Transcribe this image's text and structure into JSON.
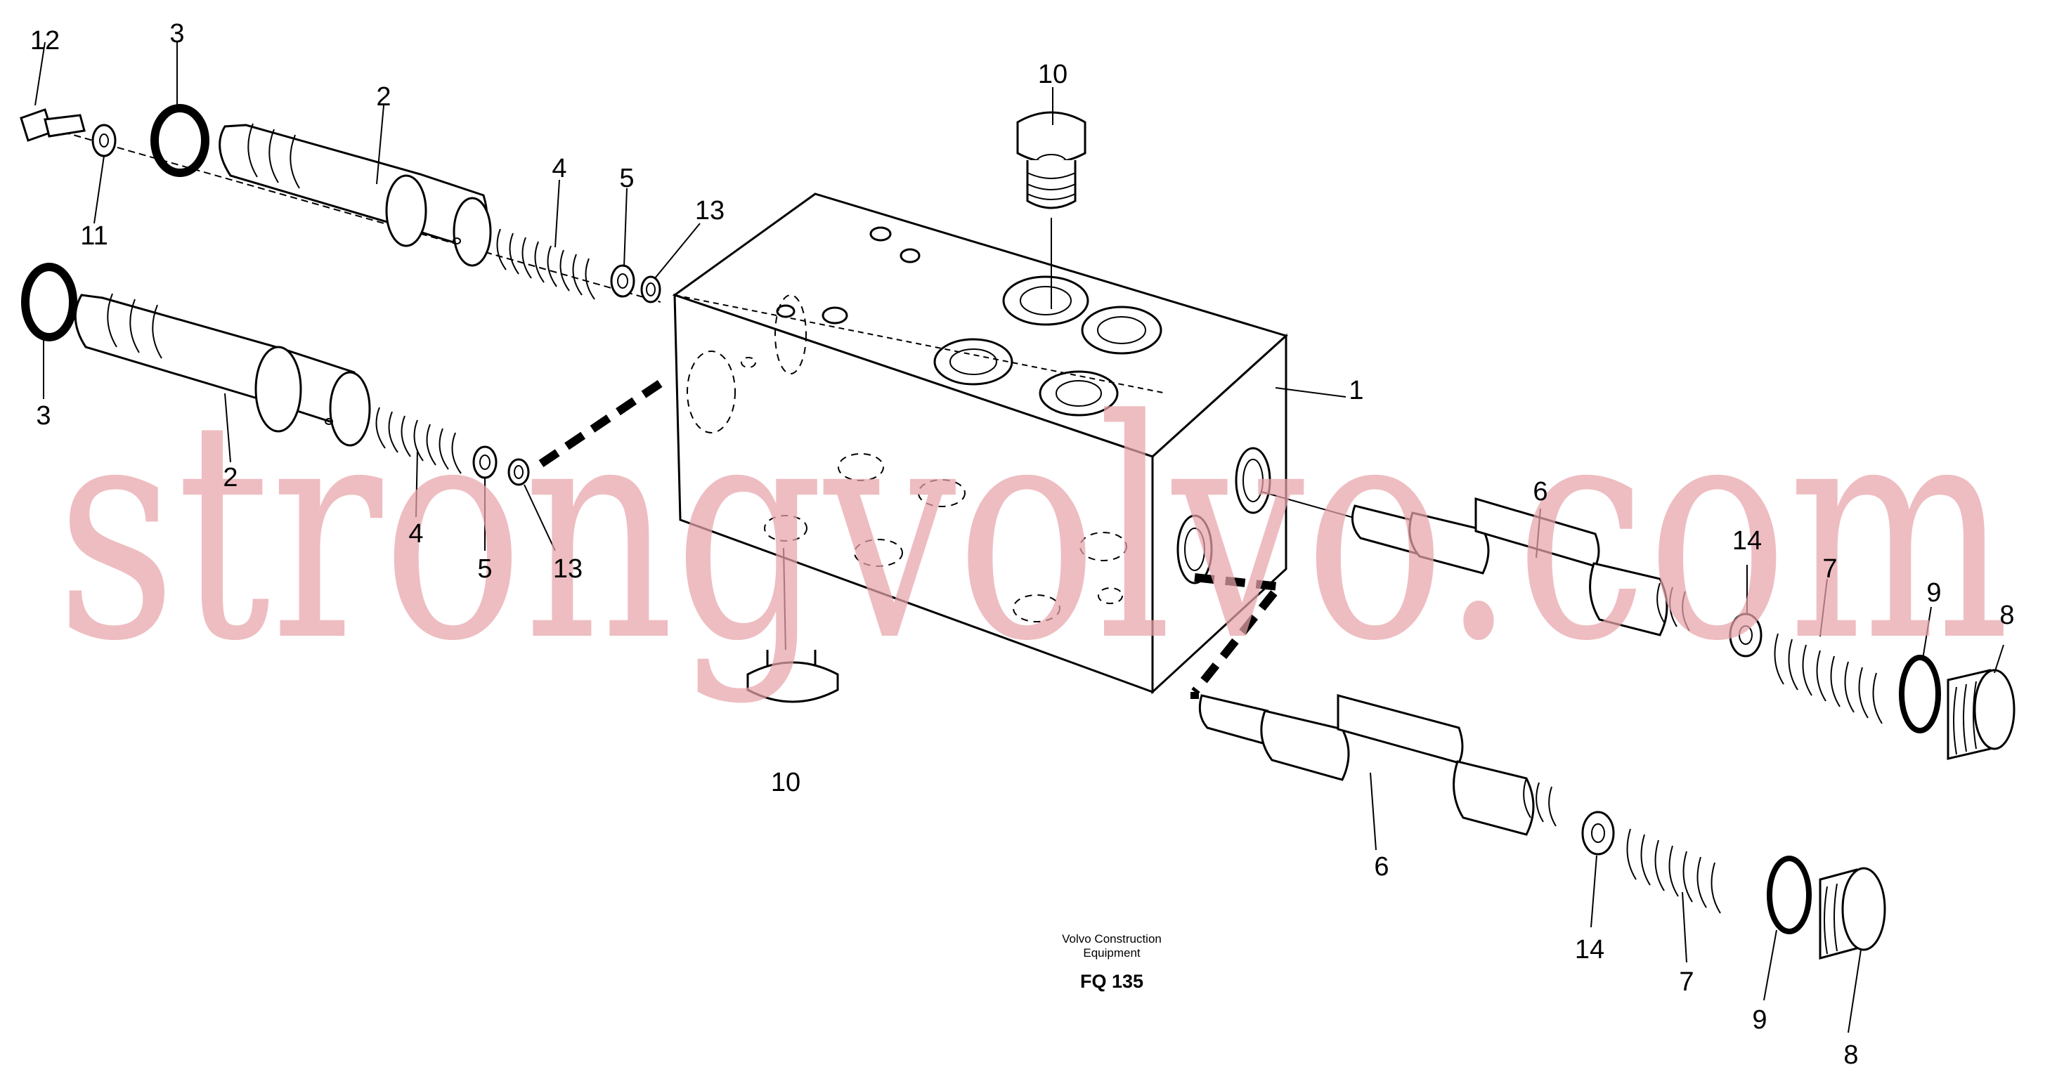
{
  "diagram": {
    "callouts": {
      "c1": "1",
      "c2a": "2",
      "c2b": "2",
      "c3a": "3",
      "c3b": "3",
      "c4a": "4",
      "c4b": "4",
      "c5a": "5",
      "c5b": "5",
      "c6a": "6",
      "c6b": "6",
      "c7a": "7",
      "c7b": "7",
      "c8a": "8",
      "c8b": "8",
      "c9a": "9",
      "c9b": "9",
      "c10a": "10",
      "c10b": "10",
      "c11": "11",
      "c12": "12",
      "c13a": "13",
      "c13b": "13",
      "c14a": "14",
      "c14b": "14"
    },
    "caption_line1": "Volvo Construction",
    "caption_line2": "Equipment",
    "figure_code": "FQ 135",
    "watermark": "strongvolvo.com"
  }
}
